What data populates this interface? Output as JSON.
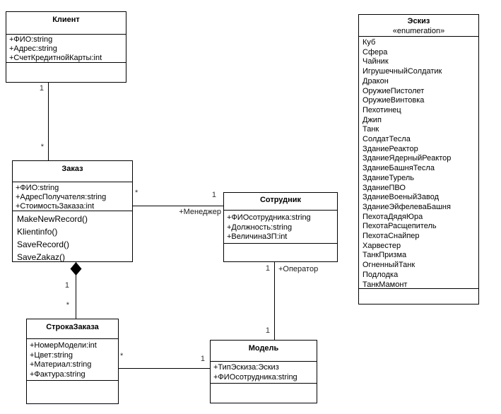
{
  "diagram": {
    "type": "uml-class-diagram",
    "colors": {
      "line": "#000000",
      "background": "#ffffff",
      "text": "#000000",
      "multiplicity_label": "#333333"
    },
    "classes": {
      "klient": {
        "title": "Клиент",
        "attributes": [
          "+ФИО:string",
          "+Адрес:string",
          "+СчетКредитнойКарты:int"
        ],
        "methods": []
      },
      "zakaz": {
        "title": "Заказ",
        "attributes": [
          "+ФИО:string",
          "+АдресПолучателя:string",
          "+СтоимостьЗаказа:int"
        ],
        "methods": [
          "MakeNewRecord()",
          "Klientinfo()",
          "SaveRecord()",
          "SaveZakaz()"
        ]
      },
      "sotrudnik": {
        "title": "Сотрудник",
        "attributes": [
          "+ФИОсотрудника:string",
          "+Должность:string",
          "+ВеличинаЗП:int"
        ],
        "methods": []
      },
      "stroka_zakaza": {
        "title": "СтрокаЗаказа",
        "attributes": [
          "+НомерМодели:int",
          "+Цвет:string",
          "+Материал:string",
          "+Фактура:string"
        ],
        "methods": []
      },
      "model": {
        "title": "Модель",
        "attributes": [
          "+ТипЭскиза:Эскиз",
          "+ФИОсотрудника:string"
        ],
        "methods": []
      },
      "eskiz": {
        "title": "Эскиз",
        "stereotype": "«enumeration»",
        "values": [
          "Куб",
          "Сфера",
          "Чайник",
          "ИгрушечныйСолдатик",
          "Дракон",
          "ОружиеПистолет",
          "ОружиеВинтовка",
          "Пехотинец",
          "Джип",
          "Танк",
          "СолдатТесла",
          "ЗданиеРеактор",
          "ЗданиеЯдерныйРеактор",
          "ЗданиеБашняТесла",
          "ЗданиеТурель",
          "ЗданиеПВО",
          "ЗданиеВоеныйЗавод",
          "ЗданиеЭйфелеваБашня",
          "ПехотаДядяЮра",
          "ПехотаРасщепитель",
          "ПехотаСнайпер",
          "Харвестер",
          "ТанкПризма",
          "ОгненныйТанк",
          "Подлодка",
          "ТанкМамонт"
        ]
      }
    },
    "associations": {
      "klient_zakaz": {
        "type": "association",
        "from": "Клиент",
        "to": "Заказ",
        "from_mult": "1",
        "to_mult": "*"
      },
      "zakaz_sotrudnik": {
        "type": "association",
        "from": "Заказ",
        "to": "Сотрудник",
        "from_mult": "*",
        "to_mult": "1",
        "to_role": "+Менеджер"
      },
      "zakaz_stroka_zakaza": {
        "type": "composition",
        "from": "Заказ",
        "to": "СтрокаЗаказа",
        "from_mult": "1",
        "to_mult": "*"
      },
      "sotrudnik_model": {
        "type": "association",
        "from": "Сотрудник",
        "to": "Модель",
        "from_mult": "1",
        "to_mult": "1",
        "from_role": "+Оператор"
      },
      "stroka_zakaza_model": {
        "type": "association",
        "from": "СтрокаЗаказа",
        "to": "Модель",
        "from_mult": "*",
        "to_mult": "1"
      }
    }
  }
}
